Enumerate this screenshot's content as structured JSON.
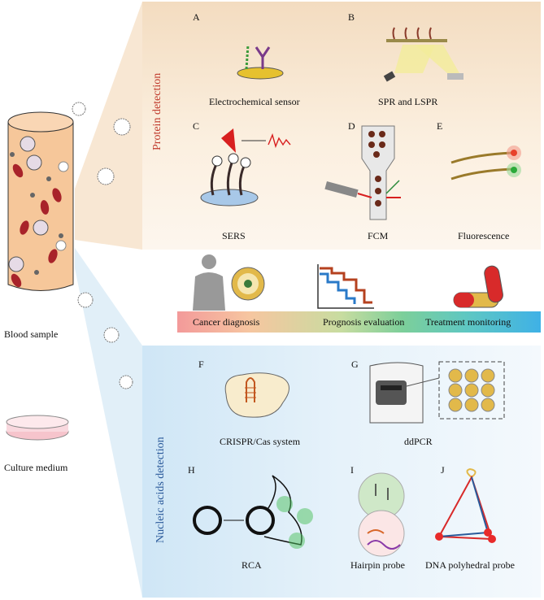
{
  "left": {
    "blood_sample": "Blood sample",
    "culture_medium": "Culture medium"
  },
  "protein": {
    "title": "Protein detection",
    "panels": [
      {
        "letter": "A",
        "label": "Electrochemical sensor"
      },
      {
        "letter": "B",
        "label": "SPR and LSPR"
      },
      {
        "letter": "C",
        "label": "SERS"
      },
      {
        "letter": "D",
        "label": "FCM"
      },
      {
        "letter": "E",
        "label": "Fluorescence"
      }
    ]
  },
  "applications": {
    "items": [
      "Cancer diagnosis",
      "Prognosis evaluation",
      "Treatment monitoring"
    ]
  },
  "nucleic": {
    "title": "Nucleic acids detection",
    "panels": [
      {
        "letter": "F",
        "label": "CRISPR/Cas system"
      },
      {
        "letter": "G",
        "label": "ddPCR"
      },
      {
        "letter": "H",
        "label": "RCA"
      },
      {
        "letter": "I",
        "label": "Hairpin probe"
      },
      {
        "letter": "J",
        "label": "DNA polyhedral probe"
      }
    ]
  },
  "colors": {
    "protein_title": "#c0392b",
    "nucleic_title": "#2a5a9a",
    "vessel": "#f6c79a",
    "rbc": "#a8232a"
  }
}
